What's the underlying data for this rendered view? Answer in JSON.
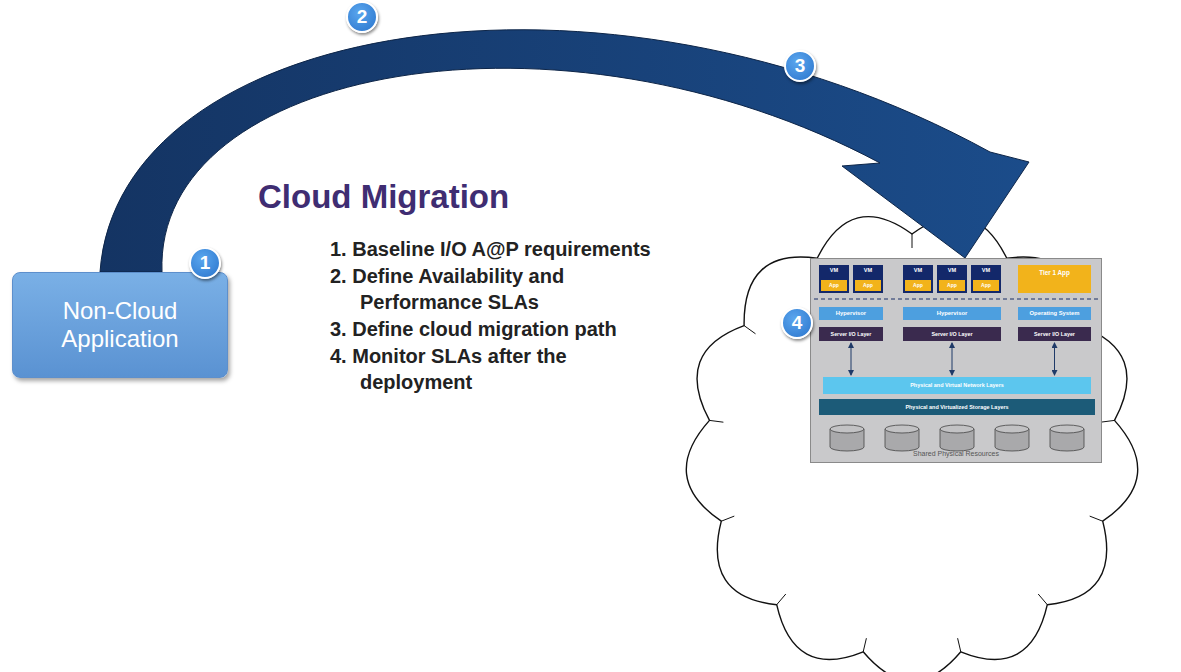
{
  "diagram": {
    "title": "Cloud Migration",
    "nodes": [
      {
        "text": [
          "Non-Cloud Application"
        ]
      },
      {
        "text": [
          "Shared Physical Resources"
        ]
      },
      {
        "text": [
          "VM"
        ],
        "in": 1
      },
      {
        "text": [
          "App"
        ],
        "in": 2
      },
      {
        "text": [
          "VM"
        ],
        "in": 1
      },
      {
        "text": [
          "App"
        ],
        "in": 4
      },
      {
        "text": [
          "VM"
        ],
        "in": 1
      },
      {
        "text": [
          "App"
        ],
        "in": 6
      },
      {
        "text": [
          "VM"
        ],
        "in": 1
      },
      {
        "text": [
          "App"
        ],
        "in": 8
      },
      {
        "text": [
          "VM"
        ],
        "in": 1
      },
      {
        "text": [
          "App"
        ],
        "in": 10
      },
      {
        "text": [
          "Tier 1 App"
        ],
        "in": 1
      },
      {
        "text": [
          "Hypervisor"
        ],
        "in": 1
      },
      {
        "text": [
          "Hypervisor"
        ],
        "in": 1
      },
      {
        "text": [
          "Operating System"
        ],
        "in": 1
      },
      {
        "text": [
          "Server I/O Layer"
        ],
        "in": 1
      },
      {
        "text": [
          "Server I/O Layer"
        ],
        "in": 1
      },
      {
        "text": [
          "Server I/O Layer"
        ],
        "in": 1
      },
      {
        "text": [
          "Physical and Virtual Network Layers"
        ],
        "in": 1
      },
      {
        "text": [
          "Physical and Virtualized Storage Layers"
        ],
        "in": 1
      }
    ],
    "edges": [
      {
        "from": 0,
        "to": 1,
        "arrow": "to"
      },
      {
        "from": 16,
        "to": 19,
        "arrow": "both"
      },
      {
        "from": 17,
        "to": 19,
        "arrow": "both"
      },
      {
        "from": 18,
        "to": 19,
        "arrow": "both"
      }
    ],
    "labels": [
      "1",
      "2",
      "3",
      "4",
      "1. Baseline I/O A@P requirements",
      "2. Define Availability and Performance SLAs",
      "3. Define cloud migration path",
      "4. Monitor SLAs after the deployment"
    ]
  }
}
